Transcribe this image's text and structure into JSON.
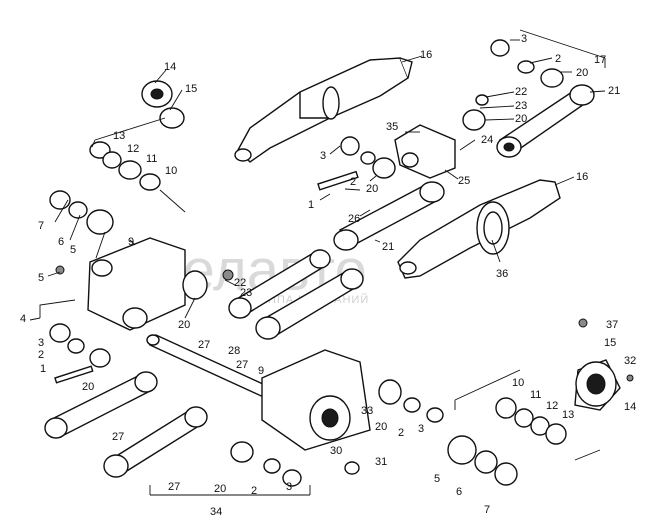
{
  "watermark": {
    "brand": "белавто",
    "tagline": "ГРУППА КОМПАНИЙ"
  },
  "callouts": [
    {
      "id": "c1",
      "text": "1"
    },
    {
      "id": "c2",
      "text": "2"
    },
    {
      "id": "c3",
      "text": "3"
    },
    {
      "id": "c4",
      "text": "4"
    },
    {
      "id": "c5",
      "text": "5"
    },
    {
      "id": "c6",
      "text": "6"
    },
    {
      "id": "c7",
      "text": "7"
    },
    {
      "id": "c8",
      "text": "8"
    },
    {
      "id": "c9",
      "text": "9"
    },
    {
      "id": "c10",
      "text": "10"
    },
    {
      "id": "c11",
      "text": "11"
    },
    {
      "id": "c12",
      "text": "12"
    },
    {
      "id": "c13",
      "text": "13"
    },
    {
      "id": "c14",
      "text": "14"
    },
    {
      "id": "c15",
      "text": "15"
    },
    {
      "id": "c16",
      "text": "16"
    },
    {
      "id": "c17",
      "text": "17"
    },
    {
      "id": "c20",
      "text": "20"
    },
    {
      "id": "c21",
      "text": "21"
    },
    {
      "id": "c22",
      "text": "22"
    },
    {
      "id": "c23",
      "text": "23"
    },
    {
      "id": "c24",
      "text": "24"
    },
    {
      "id": "c25",
      "text": "25"
    },
    {
      "id": "c26",
      "text": "26"
    },
    {
      "id": "c27",
      "text": "27"
    },
    {
      "id": "c28",
      "text": "28"
    },
    {
      "id": "c30",
      "text": "30"
    },
    {
      "id": "c31",
      "text": "31"
    },
    {
      "id": "c32",
      "text": "32"
    },
    {
      "id": "c33",
      "text": "33"
    },
    {
      "id": "c34",
      "text": "34"
    },
    {
      "id": "c35",
      "text": "35"
    },
    {
      "id": "c36",
      "text": "36"
    },
    {
      "id": "c37",
      "text": "37"
    }
  ]
}
